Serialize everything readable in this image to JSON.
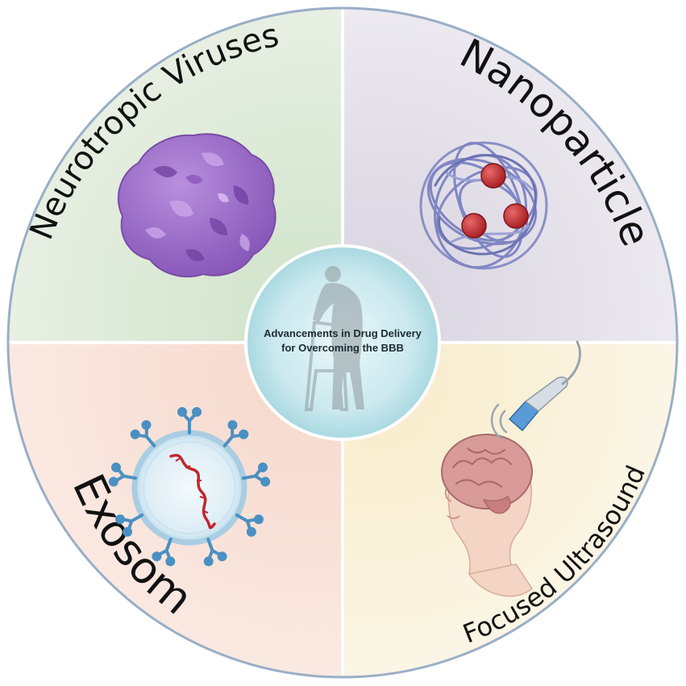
{
  "center": {
    "title_line1": "Advancements in Drug Delivery",
    "title_line2": "for Overcoming the BBB"
  },
  "quadrants": {
    "top_left": {
      "label": "Neurotropic Viruses",
      "icon": "virus-icon",
      "bg": "#dfeadb"
    },
    "top_right": {
      "label": "Nanoparticle",
      "icon": "nanoparticle-icon",
      "bg": "#e5e1ea"
    },
    "bottom_left": {
      "label": "Exosome",
      "icon": "exosome-icon",
      "bg": "#f8e2d8"
    },
    "bottom_right": {
      "label": "Focused Ultrasound",
      "icon": "brain-ultrasound-icon",
      "bg": "#f9f1dc"
    }
  },
  "colors": {
    "ring": "#9aaec6",
    "divider": "#ffffff",
    "virus": "#9a6cc4",
    "nanoparticle_strands": "#7f86c2",
    "nanoparticle_payload": "#c0282c",
    "exosome_receptors": "#4a90c2",
    "exosome_rna": "#c0262c",
    "center_disc": "#bfe3ea"
  }
}
